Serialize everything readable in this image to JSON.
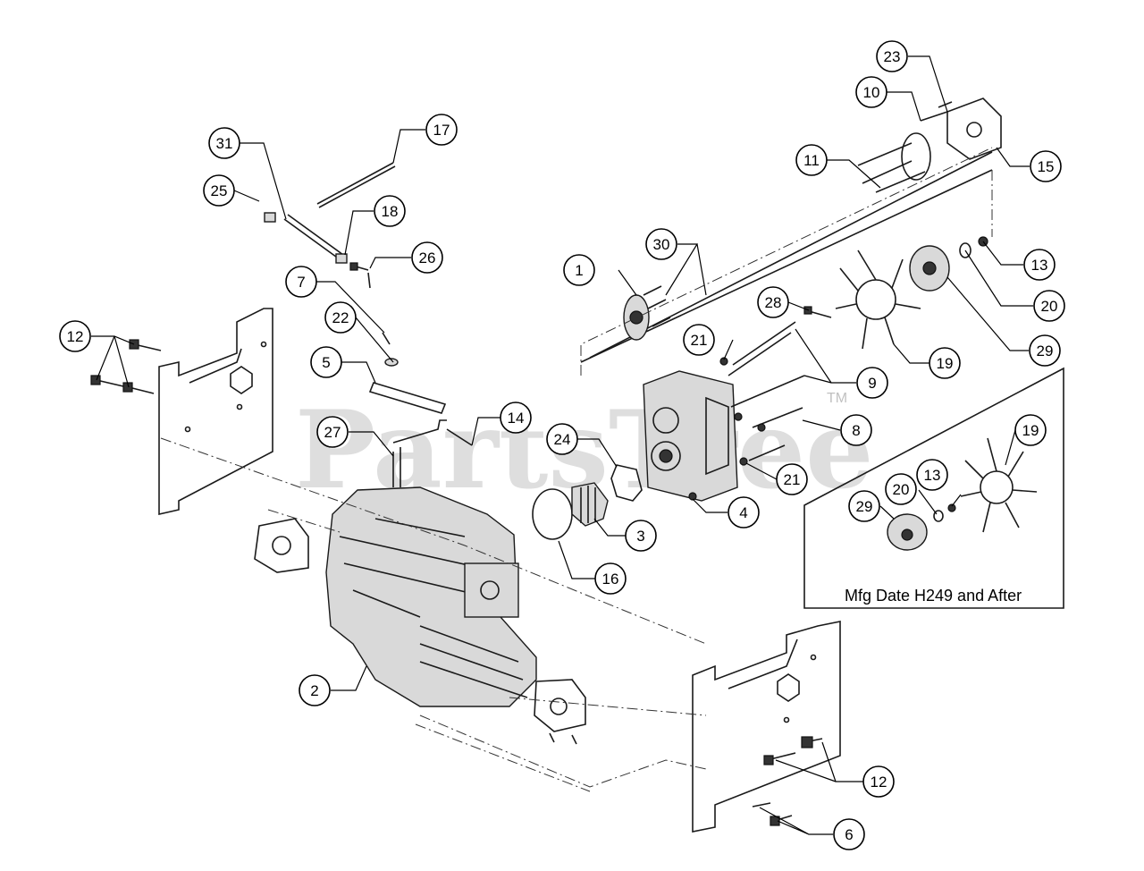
{
  "watermark": "PartsTree",
  "trademark": "TM",
  "inset_label": "Mfg Date H249 and After",
  "callouts": [
    "31",
    "17",
    "25",
    "18",
    "26",
    "7",
    "22",
    "5",
    "12",
    "14",
    "27",
    "24",
    "3",
    "16",
    "2",
    "23",
    "10",
    "11",
    "15",
    "30",
    "1",
    "13",
    "20",
    "28",
    "21",
    "9",
    "8",
    "4",
    "19",
    "29",
    "6"
  ]
}
